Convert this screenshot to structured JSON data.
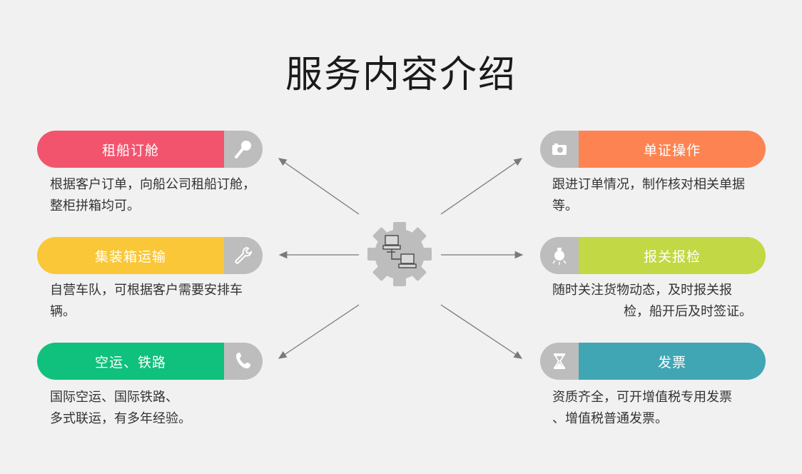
{
  "title": "服务内容介绍",
  "services": [
    {
      "label": "租船订舱",
      "desc": "根据客户订单，向船公司租船订舱，整柜拼箱均可。",
      "color": "#f2546e",
      "icon": "microphone-icon"
    },
    {
      "label": "集装箱运输",
      "desc": "自营车队，可根据客户需要安排车辆。",
      "color": "#f9c737",
      "icon": "wrench-icon"
    },
    {
      "label": "空运、铁路",
      "desc_lines": [
        "国际空运、国际铁路、",
        "多式联运，有多年经验。"
      ],
      "color": "#0fc17c",
      "icon": "phone-icon"
    },
    {
      "label": "单证操作",
      "desc": "跟进订单情况，制作核对相关单据等。",
      "color": "#fd8452",
      "icon": "camera-icon"
    },
    {
      "label": "报关报检",
      "desc_lines": [
        "随时关注货物动态，及时报关报",
        "检，船开后及时签证。"
      ],
      "color": "#c2d845",
      "icon": "lightbulb-icon"
    },
    {
      "label": "发票",
      "desc_lines": [
        "资质齐全，可开增值税专用发票",
        "、增值税普通发票。"
      ],
      "color": "#41a6b4",
      "icon": "hourglass-icon"
    }
  ]
}
